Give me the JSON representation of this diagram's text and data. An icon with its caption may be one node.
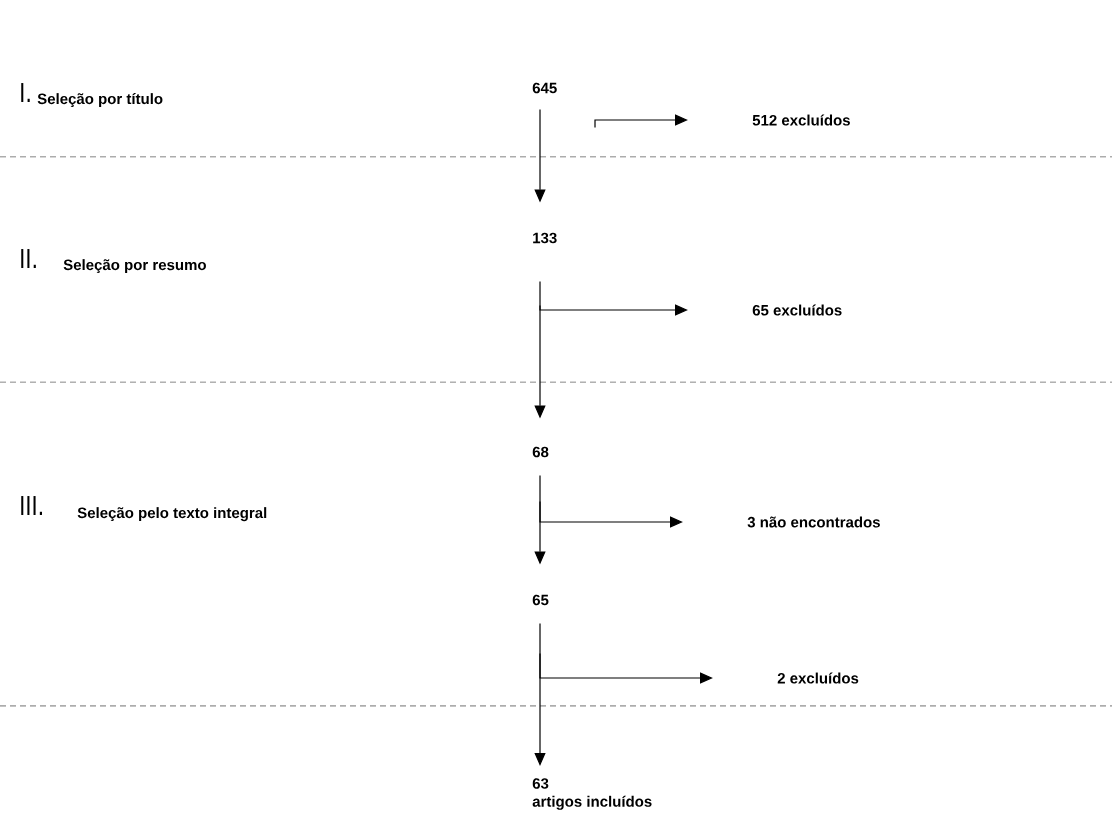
{
  "diagram": {
    "nodes": [
      {
        "text": [
          "645"
        ]
      },
      {
        "text": [
          "512 excluídos"
        ]
      },
      {
        "text": [
          "133"
        ]
      },
      {
        "text": [
          "65 excluídos"
        ]
      },
      {
        "text": [
          "68"
        ]
      },
      {
        "text": [
          "3 não encontrados"
        ]
      },
      {
        "text": [
          "65"
        ]
      },
      {
        "text": [
          "2 excluídos"
        ]
      },
      {
        "text": [
          "63",
          "artigos incluídos"
        ]
      }
    ],
    "edges": [
      {
        "from": 0,
        "to": 1,
        "arrow": "to"
      },
      {
        "from": 0,
        "to": 2,
        "arrow": "to"
      },
      {
        "from": 2,
        "to": 3,
        "arrow": "to"
      },
      {
        "from": 2,
        "to": 4,
        "arrow": "to"
      },
      {
        "from": 4,
        "to": 5,
        "arrow": "to"
      },
      {
        "from": 4,
        "to": 6,
        "arrow": "to"
      },
      {
        "from": 6,
        "to": 7,
        "arrow": "to"
      },
      {
        "from": 6,
        "to": 8,
        "arrow": "to"
      }
    ],
    "labels": [
      "I.",
      "Seleção por título",
      "II.",
      "Seleção por resumo",
      "III.",
      "Seleção pelo texto integral"
    ]
  }
}
